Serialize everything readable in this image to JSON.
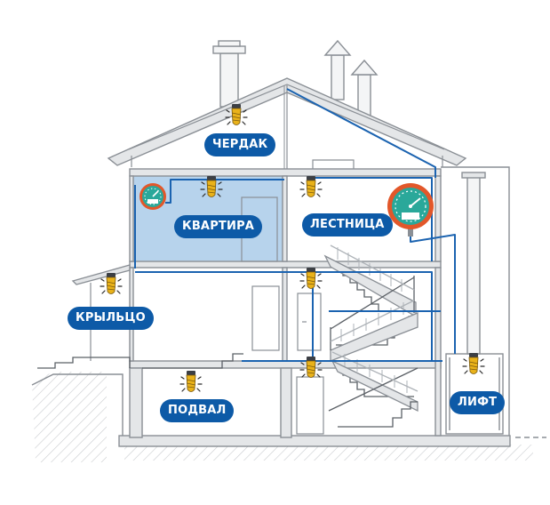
{
  "labels": {
    "attic": "ЧЕРДАК",
    "apartment": "КВАРТИРА",
    "staircase": "ЛЕСТНИЦА",
    "porch": "КРЫЛЬЦО",
    "basement": "ПОДВАЛ",
    "elevator": "ЛИФТ"
  },
  "colors": {
    "label_bg": "#0d5aa7",
    "wire": "#1b63b0",
    "apartment_fill": "#b7d3ec",
    "line": "#8a8f95",
    "wall_fill": "#e4e6e8",
    "ground_hatch": "#c9cccf",
    "gauge_ring": "#e2572a",
    "gauge_face": "#2aa89a",
    "bulb": "#e9b21a"
  },
  "icons": {
    "light": "light-bulb-icon",
    "gauge": "pressure-gauge-icon"
  }
}
